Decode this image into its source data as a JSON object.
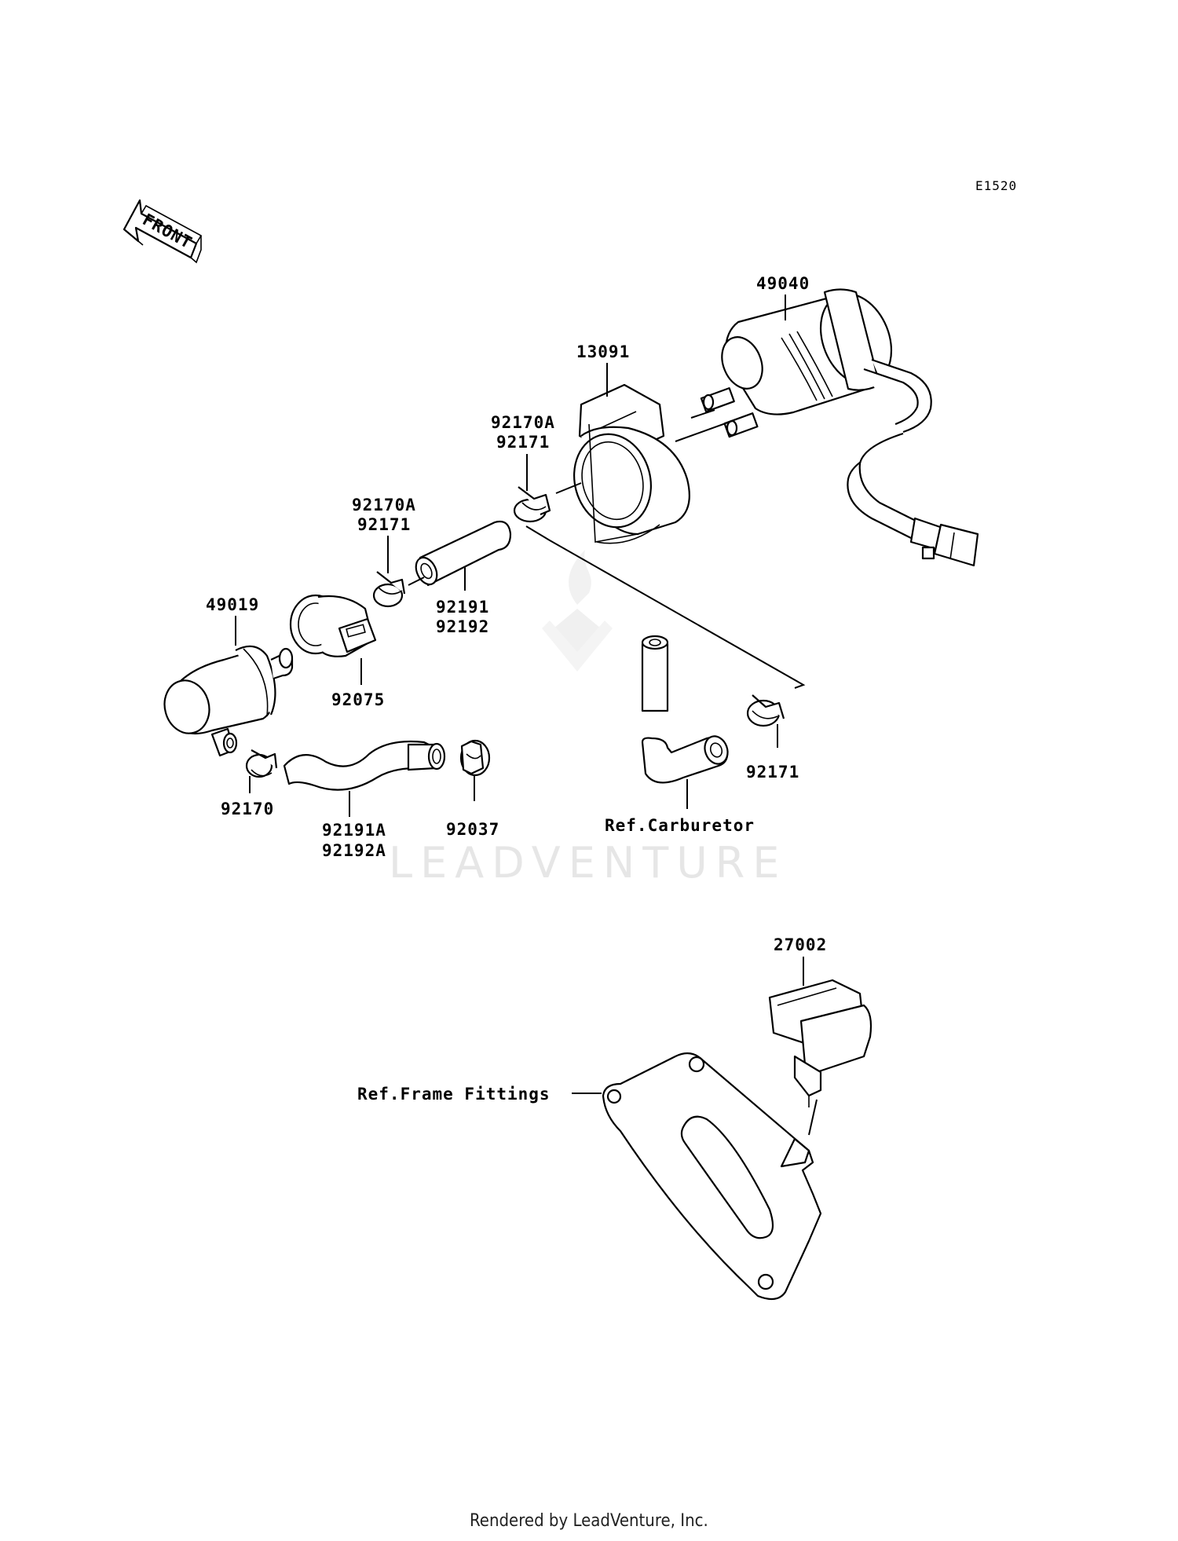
{
  "diagram": {
    "code": "E1520",
    "front_arrow": "FRONT",
    "watermark": "LEADVENTURE",
    "footer": "Rendered by LeadVenture, Inc."
  },
  "labels": {
    "p49040": "49040",
    "p13091": "13091",
    "p92170A_a": "92170A",
    "p92171_a": "92171",
    "p92170A_b": "92170A",
    "p92171_b": "92171",
    "p92191": "92191",
    "p92192": "92192",
    "p49019": "49019",
    "p92075": "92075",
    "p92170": "92170",
    "p92191A": "92191A",
    "p92192A": "92192A",
    "p92037": "92037",
    "p92171_c": "92171",
    "ref_carb": "Ref.Carburetor",
    "p27002": "27002",
    "ref_frame": "Ref.Frame Fittings"
  }
}
